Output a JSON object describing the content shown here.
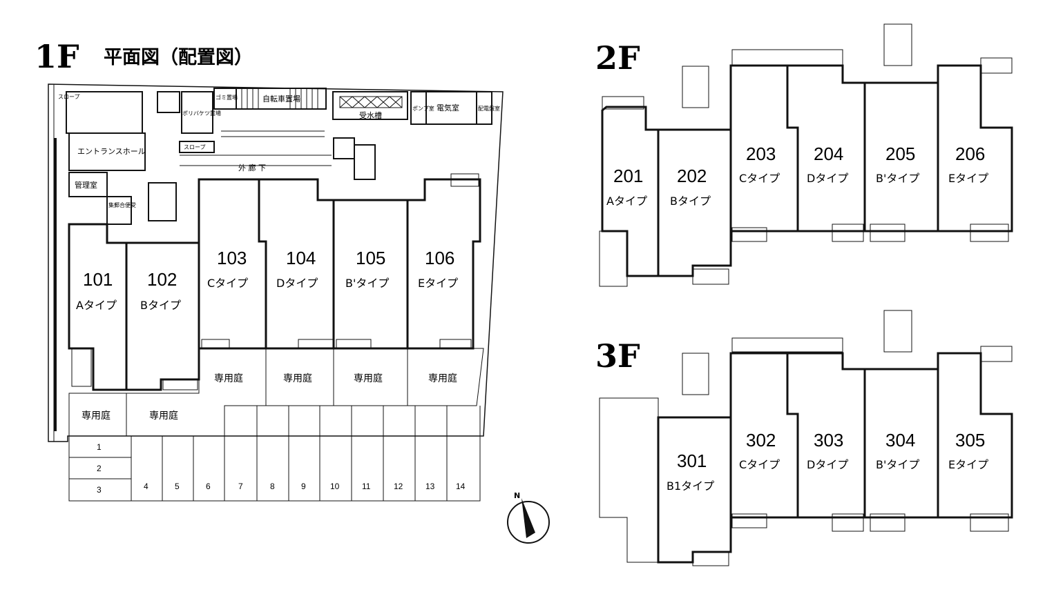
{
  "floor1": {
    "title": "1F",
    "subtitle": "平面図（配置図）",
    "rooms": {
      "slope_top": "スロープ",
      "poly_bucket": "ポリバケツ置場",
      "garbage": "ゴミ置場",
      "bicycle": "自転車置場",
      "water_tank": "受水槽",
      "pump": "ポンプ室",
      "electric": "電気室",
      "distribution": "配電盤室",
      "entrance": "エントランスホール",
      "slope_mid": "スロープ",
      "management": "管理室",
      "mailbox": "集郵合便受",
      "corridor": "外 廊 下"
    },
    "units": [
      {
        "num": "101",
        "type": "Aタイプ"
      },
      {
        "num": "102",
        "type": "Bタイプ"
      },
      {
        "num": "103",
        "type": "Cタイプ"
      },
      {
        "num": "104",
        "type": "Dタイプ"
      },
      {
        "num": "105",
        "type": "B'タイプ"
      },
      {
        "num": "106",
        "type": "Eタイプ"
      }
    ],
    "gardens": [
      "専用庭",
      "専用庭",
      "専用庭",
      "専用庭",
      "専用庭",
      "専用庭"
    ],
    "parking": [
      "1",
      "2",
      "3",
      "4",
      "5",
      "6",
      "7",
      "8",
      "9",
      "10",
      "11",
      "12",
      "13",
      "14"
    ]
  },
  "floor2": {
    "title": "2F",
    "units": [
      {
        "num": "201",
        "type": "Aタイプ"
      },
      {
        "num": "202",
        "type": "Bタイプ"
      },
      {
        "num": "203",
        "type": "Cタイプ"
      },
      {
        "num": "204",
        "type": "Dタイプ"
      },
      {
        "num": "205",
        "type": "B'タイプ"
      },
      {
        "num": "206",
        "type": "Eタイプ"
      }
    ]
  },
  "floor3": {
    "title": "3F",
    "units": [
      {
        "num": "301",
        "type": "B1タイプ"
      },
      {
        "num": "302",
        "type": "Cタイプ"
      },
      {
        "num": "303",
        "type": "Dタイプ"
      },
      {
        "num": "304",
        "type": "B'タイプ"
      },
      {
        "num": "305",
        "type": "Eタイプ"
      }
    ]
  },
  "compass": {
    "label": "N"
  },
  "colors": {
    "line": "#111111",
    "background": "#ffffff"
  }
}
